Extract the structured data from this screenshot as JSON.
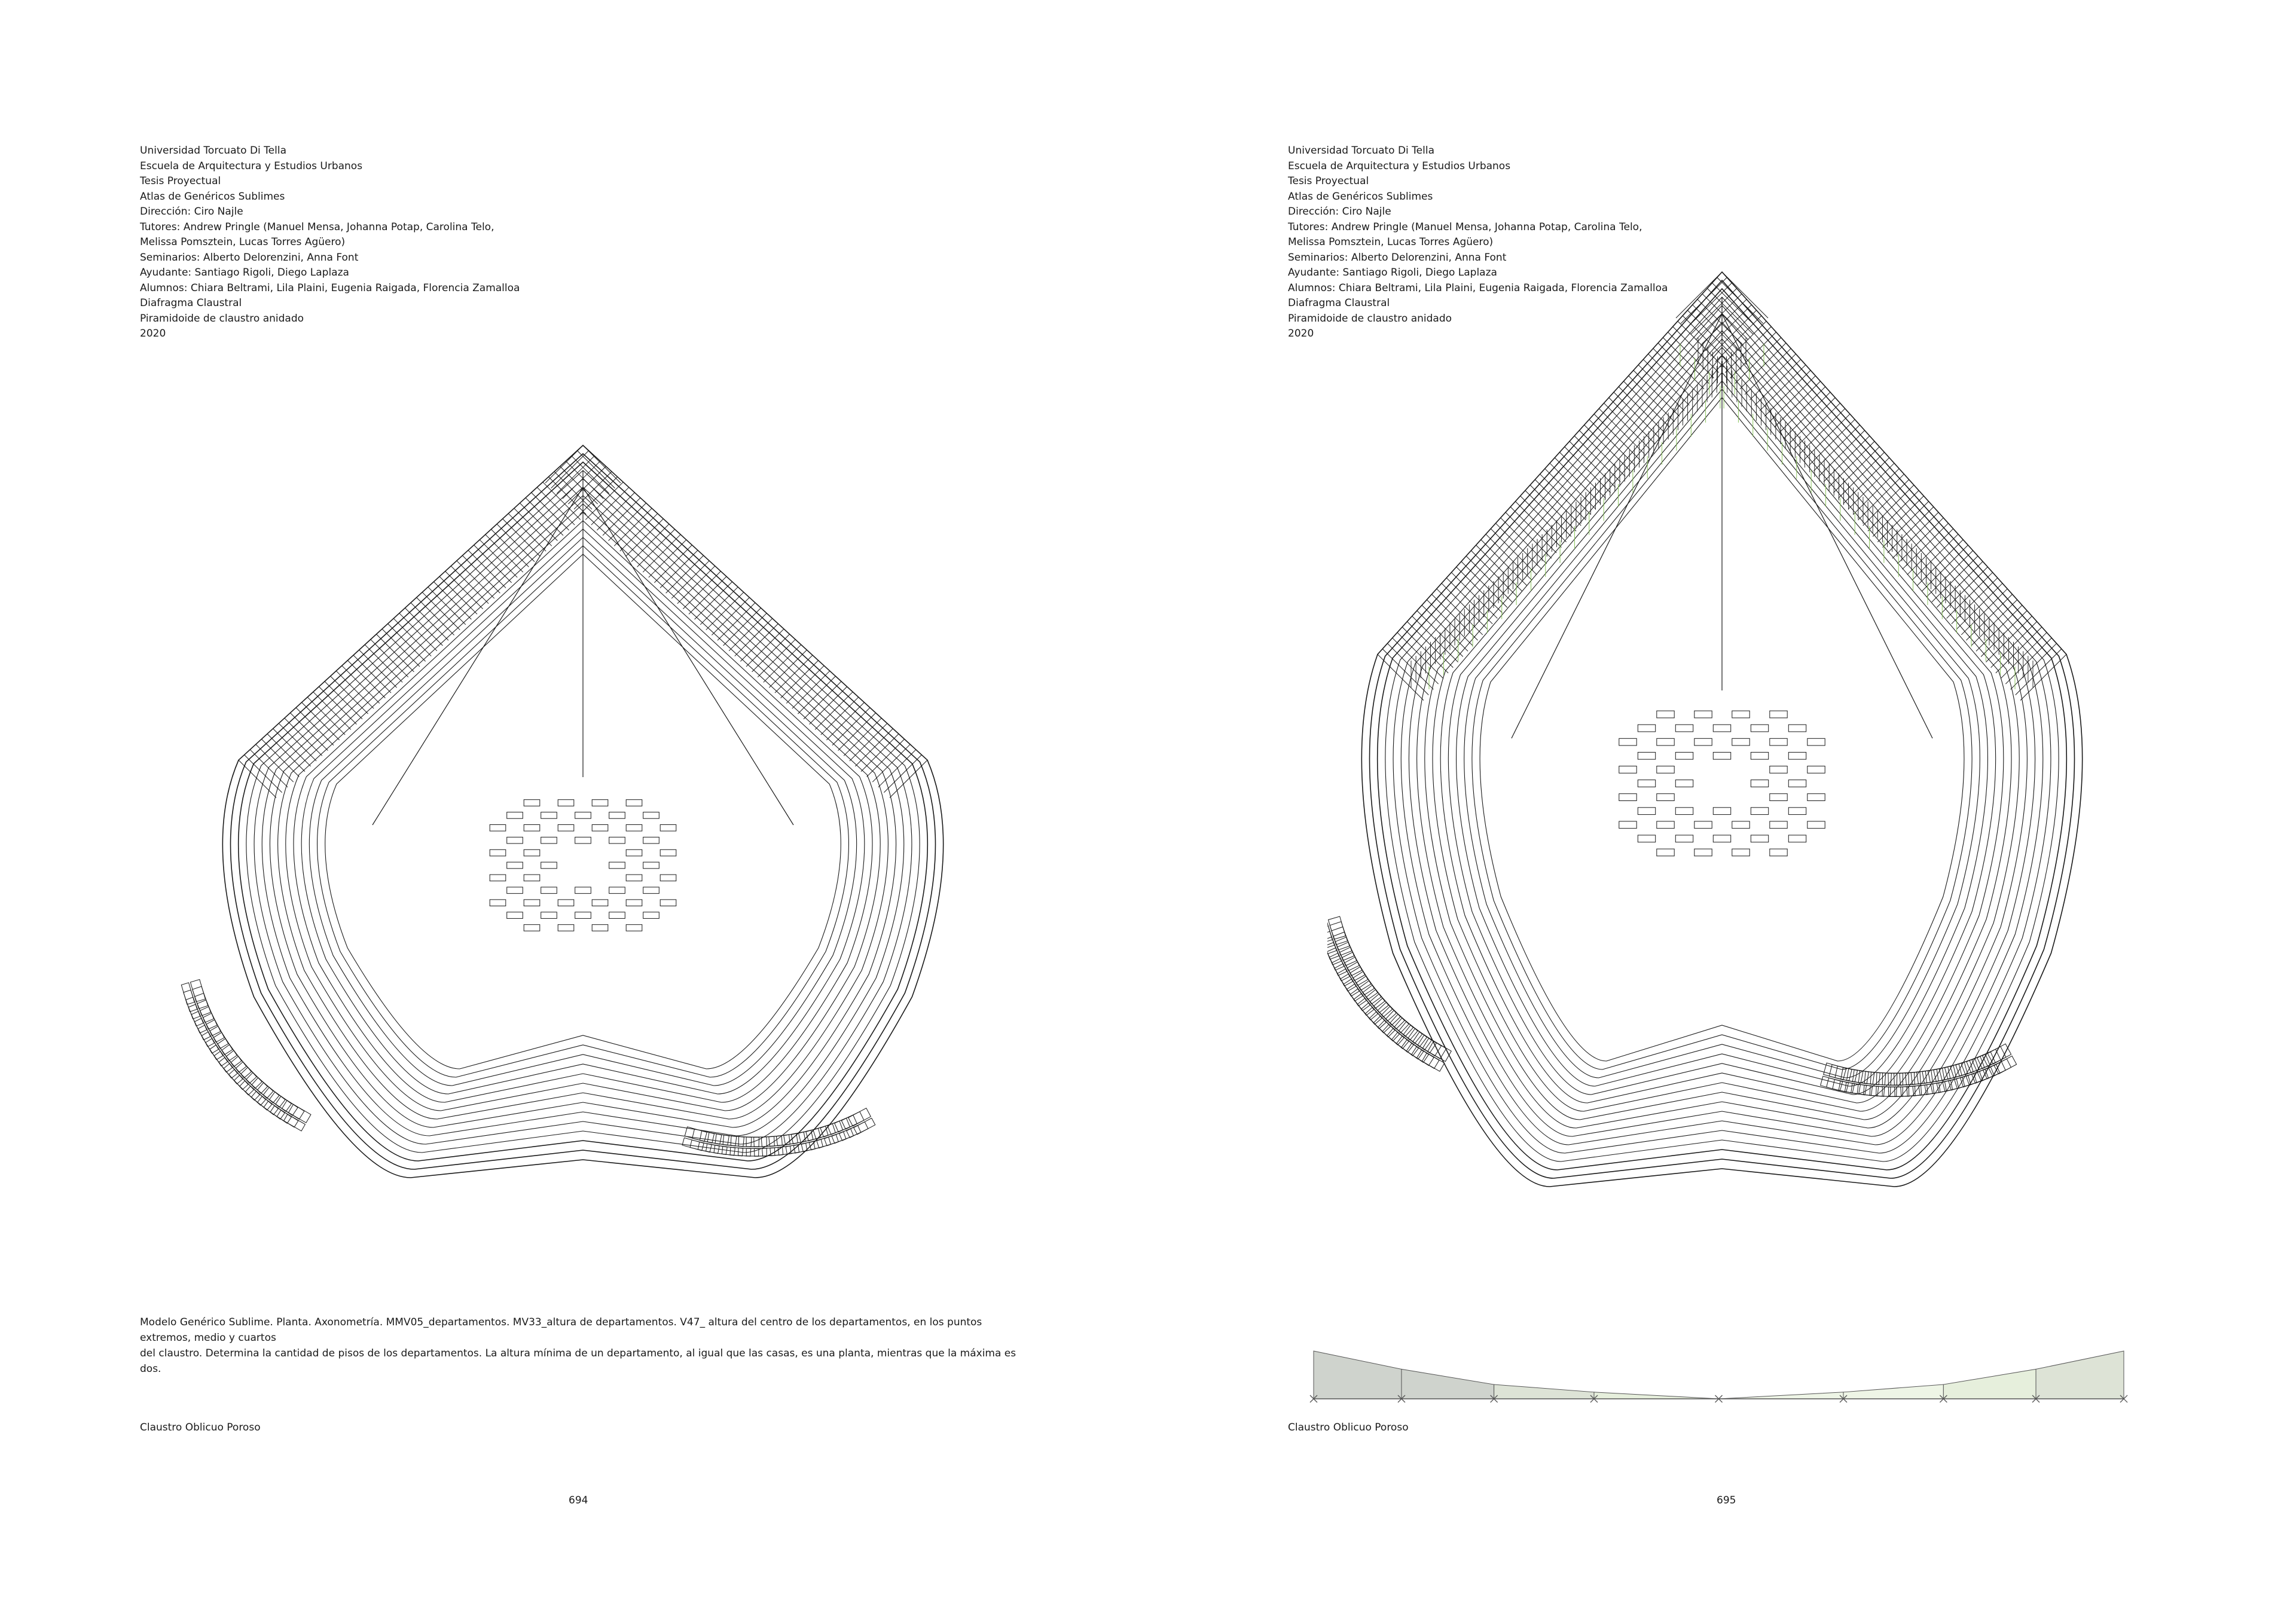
{
  "header_lines": [
    "Universidad Torcuato Di Tella",
    "Escuela de Arquitectura y Estudios Urbanos",
    "Tesis Proyectual",
    "Atlas de Genéricos Sublimes",
    "Dirección: Ciro Najle",
    "Tutores: Andrew Pringle (Manuel Mensa, Johanna Potap, Carolina Telo,",
    "Melissa Pomsztein, Lucas Torres Agüero)",
    "Seminarios: Alberto Delorenzini, Anna Font",
    "Ayudante: Santiago Rigoli, Diego Laplaza",
    "Alumnos: Chiara Beltrami, Lila Plaini, Eugenia Raigada, Florencia Zamalloa",
    "Diafragma Claustral",
    "Piramidoide de claustro anidado",
    "2020"
  ],
  "left_page": {
    "caption_line1": "Modelo Genérico Sublime. Planta. Axonometría. MMV05_departamentos. MV33_altura de departamentos.  V47_ altura del centro de los departamentos, en los puntos extremos, medio y cuartos",
    "caption_line2": "del claustro. Determina la cantidad de pisos de los departamentos. La altura mínima de un departamento, al igual que las casas, es una planta, mientras que la máxima es dos.",
    "section_title": "Claustro Oblicuo Poroso",
    "page_number": "694"
  },
  "right_page": {
    "section_title": "Claustro Oblicuo Poroso",
    "page_number": "695",
    "section_graph": {
      "points": 9,
      "relative_heights": [
        1.0,
        0.62,
        0.3,
        0.14,
        0.0,
        0.14,
        0.3,
        0.62,
        1.0
      ],
      "colors": {
        "outer": "#cfd3cd",
        "mid": "#dde3d6",
        "inner": "#e6efdc",
        "center": "#eef5e6",
        "stroke": "#555555"
      }
    }
  },
  "colors": {
    "line": "#1a1a1a",
    "green_accent": "#7fbf4d"
  }
}
